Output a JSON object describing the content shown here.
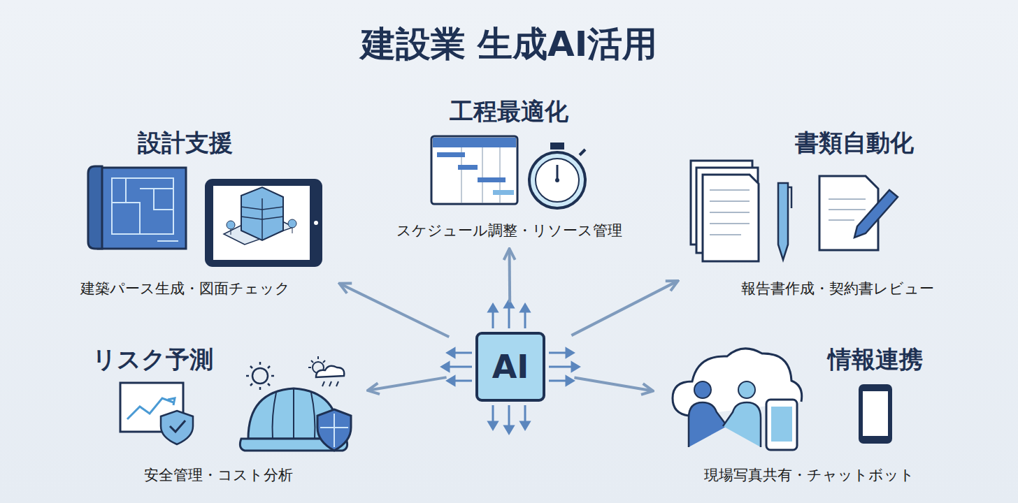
{
  "diagram": {
    "title": "建設業 生成AI活用",
    "nodes": [
      {
        "text": [
          "工程最適化",
          "スケジュール調整・リソース管理"
        ]
      },
      {
        "text": [
          "設計支援",
          "建築パース生成・図面チェック"
        ]
      },
      {
        "text": [
          "書類自動化",
          "報告書作成・契約書レビュー"
        ]
      },
      {
        "text": [
          "AI"
        ]
      },
      {
        "text": [
          "リスク予測",
          "安全管理・コスト分析"
        ]
      },
      {
        "text": [
          "情報連携",
          "現場写真共有・チャットボット"
        ]
      }
    ],
    "edges": [
      {
        "from": 3,
        "to": 0,
        "arrow": "to"
      },
      {
        "from": 3,
        "to": 1,
        "arrow": "to"
      },
      {
        "from": 3,
        "to": 2,
        "arrow": "to"
      },
      {
        "from": 3,
        "to": 4,
        "arrow": "to"
      },
      {
        "from": 3,
        "to": 5,
        "arrow": "to"
      }
    ]
  }
}
